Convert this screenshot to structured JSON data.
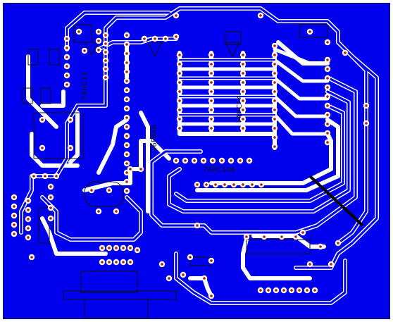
{
  "board": {
    "background_color": "#0000ee",
    "trace_color": "#ffffff",
    "hole_color": "#b01818",
    "silk_color": "#111111",
    "labels": {
      "ic_main": "16F84A",
      "ic_left": "74HC14",
      "ic_mid": "74HC106"
    }
  }
}
